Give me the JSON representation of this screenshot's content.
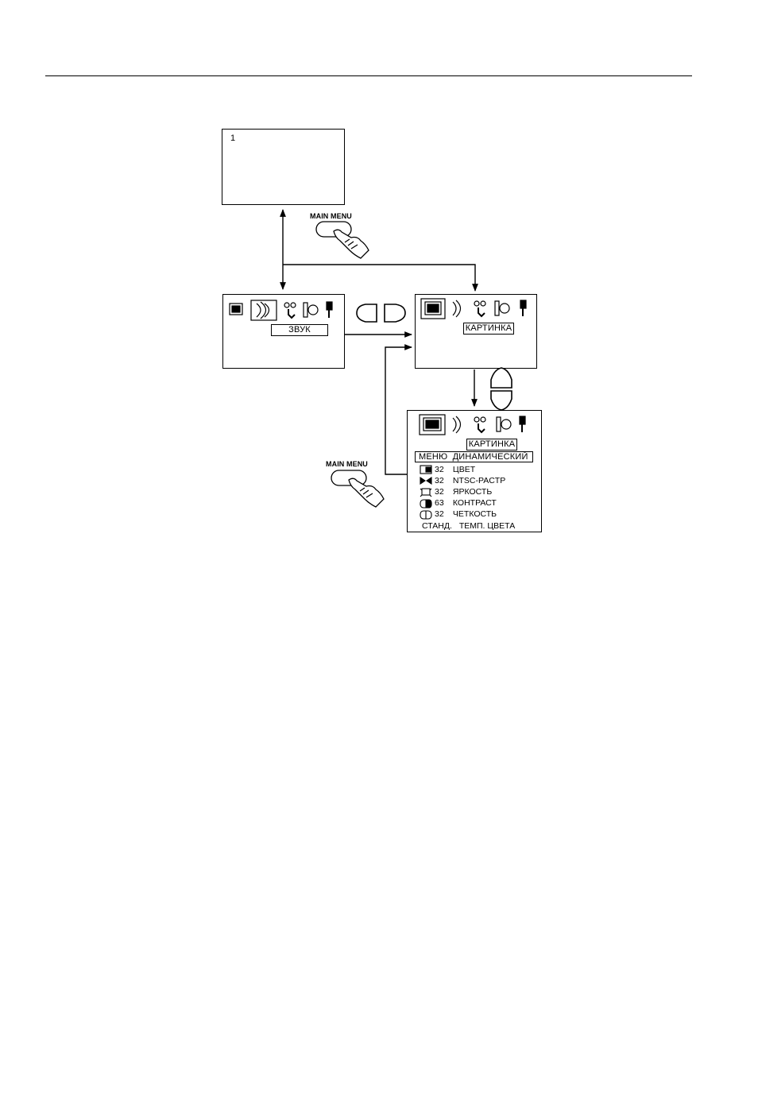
{
  "screen_top": {
    "channel": "1"
  },
  "remote_button": {
    "label": "MAIN MENU"
  },
  "menu_sound": {
    "tab_label": "ЗВУК"
  },
  "menu_picture": {
    "tab_label": "КАРТИНКА"
  },
  "menu_picture_detail": {
    "tab_label": "КАРТИНКА",
    "mode_label": "МЕНЮ",
    "mode_value": "ДИНАМИЧЕСКИЙ",
    "items": [
      {
        "icon": "color-icon",
        "value": "32",
        "label": "ЦВЕТ"
      },
      {
        "icon": "ntsc-raster-icon",
        "value": "32",
        "label": "NTSC-PACTP"
      },
      {
        "icon": "brightness-icon",
        "value": "32",
        "label": "ЯРКОСТЬ"
      },
      {
        "icon": "contrast-icon",
        "value": "63",
        "label": "КОНТРАСТ"
      },
      {
        "icon": "sharpness-icon",
        "value": "32",
        "label": "ЧЕТКОСТЬ"
      }
    ],
    "footer_left": "СТАНД.",
    "footer_right": "ТЕМП. ЦВЕТА"
  }
}
